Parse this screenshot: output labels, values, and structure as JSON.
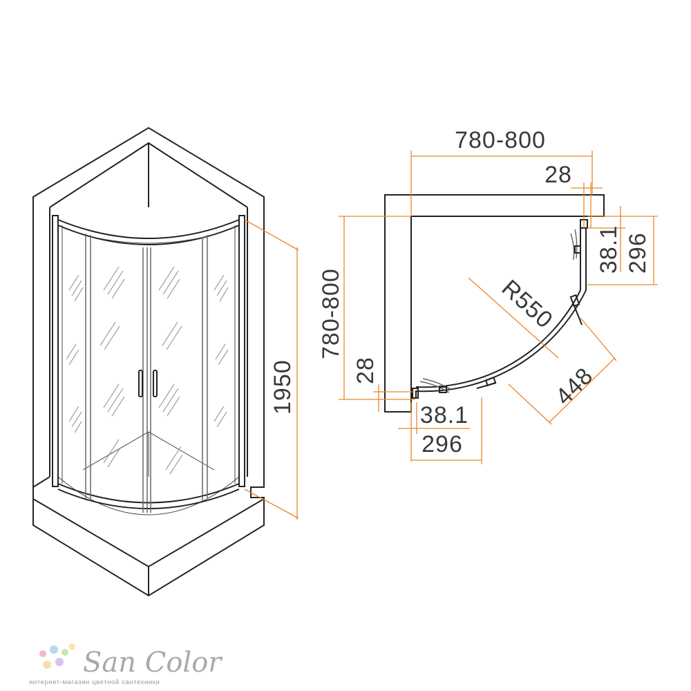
{
  "dimensions": {
    "height": "1950",
    "width_top": "780-800",
    "width_left": "780-800",
    "wall_top": "28",
    "wall_left": "28",
    "edge_right": "38.1",
    "edge_bottom": "38.1",
    "panel_right": "296",
    "panel_bottom": "296",
    "radius": "R550",
    "diagonal": "448"
  },
  "brand": {
    "name": "San Color",
    "tagline": "интернет-магазин цветной сантехники"
  },
  "colors": {
    "dimension_line": "#e8862a",
    "drawing_line": "#222222",
    "brand_gray": "#a9a9a9"
  },
  "logo_dots": [
    "#f6b8c8",
    "#b9d7f2",
    "#c8e6b0",
    "#f9dfa8",
    "#d8c4ee",
    "#fbe3b8"
  ]
}
